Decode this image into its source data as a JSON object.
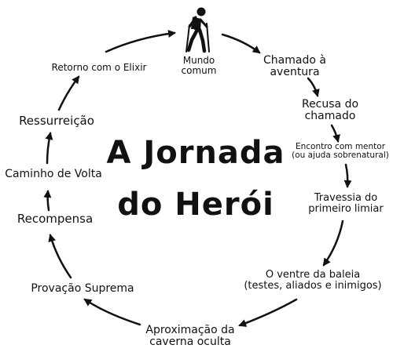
{
  "title": {
    "line1": "A Jornada",
    "line2": "do Herói"
  },
  "stages": [
    {
      "id": "mundo",
      "text": "Mundo\ncomum"
    },
    {
      "id": "chamado",
      "text": "Chamado à\naventura"
    },
    {
      "id": "recusa",
      "text": "Recusa do\nchamado"
    },
    {
      "id": "mentor",
      "text": "Encontro com mentor\n(ou ajuda sobrenatural)"
    },
    {
      "id": "travessia",
      "text": "Travessia do\nprimeiro limiar"
    },
    {
      "id": "ventre",
      "text": "O ventre da baleia\n(testes, aliados e inimigos)"
    },
    {
      "id": "aproximacao",
      "text": "Aproximação da\ncaverna oculta"
    },
    {
      "id": "provacao",
      "text": "Provação Suprema"
    },
    {
      "id": "recompensa",
      "text": "Recompensa"
    },
    {
      "id": "caminho",
      "text": "Caminho de Volta"
    },
    {
      "id": "ressurreicao",
      "text": "Ressurreição"
    },
    {
      "id": "retorno",
      "text": "Retorno com o Elixir"
    }
  ],
  "icons": {
    "hiker": "hiker-icon"
  },
  "colors": {
    "ink": "#111111",
    "background": "#ffffff"
  }
}
